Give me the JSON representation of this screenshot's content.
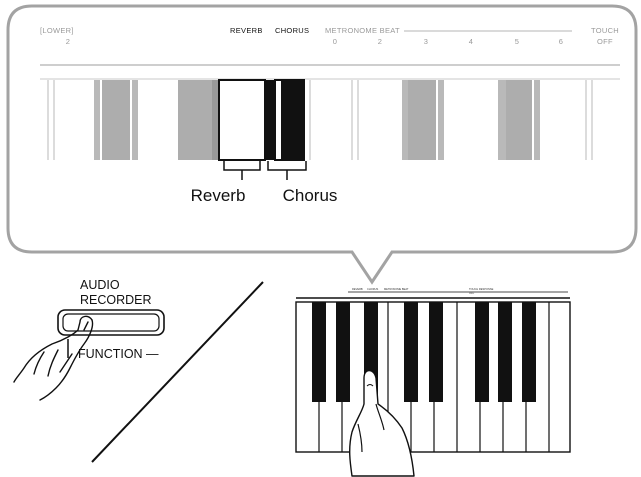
{
  "callout": {
    "labels": {
      "lower": "[LOWER]",
      "lower_num": "2",
      "reverb": "REVERB",
      "chorus": "CHORUS",
      "metronome": "METRONOME BEAT",
      "metronome_nums": [
        "0",
        "2",
        "3",
        "4",
        "5",
        "6"
      ],
      "touch": "TOUCH",
      "touch_off": "OFF"
    },
    "brackets": {
      "reverb": "Reverb",
      "chorus": "Chorus"
    }
  },
  "button": {
    "title_line1": "AUDIO",
    "title_line2": "RECORDER",
    "function_label": "FUNCTION —"
  },
  "mini_keyboard": {
    "labels": [
      "REVERB",
      "CHORUS",
      "METRONOME BEAT",
      "TOUCH RESPONSE",
      "OFF"
    ]
  }
}
